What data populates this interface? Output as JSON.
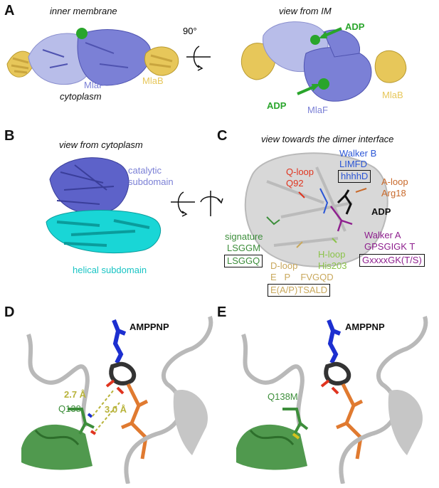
{
  "colors": {
    "mlaf": "#7b80d6",
    "mlaf_light": "#b8bde9",
    "mlab": "#e7c75a",
    "adp_green": "#29a52b",
    "helical": "#19d6d6",
    "grey_ribbon": "#b9b9b9",
    "walker_b": "#2b56d6",
    "q_loop": "#e0341f",
    "a_loop": "#c8692a",
    "signature": "#3d8e3b",
    "h_loop": "#8bc34a",
    "d_loop": "#c9a85c",
    "walker_a": "#8e1f8e",
    "measure": "#b8b33a"
  },
  "panel_a": {
    "letter": "A",
    "left_top": "inner membrane",
    "left_bottom": "cytoplasm",
    "mlaf_left": "MlaF",
    "mlab_left": "MlaB",
    "rotation": "90°",
    "right_top": "view from IM",
    "adp_top": "ADP",
    "adp_bottom": "ADP",
    "mlaf_right": "MlaF",
    "mlab_right": "MlaB"
  },
  "panel_b": {
    "letter": "B",
    "title": "view from cytoplasm",
    "catalytic_1": "catalytic",
    "catalytic_2": "subdomain",
    "helical": "helical subdomain"
  },
  "panel_c": {
    "letter": "C",
    "title": "view towards the dimer interface",
    "walker_b_1": "Walker B",
    "walker_b_2": "LIMFD",
    "walker_b_box": "hhhhD",
    "q_loop_1": "Q-loop",
    "q_loop_2": "Q92",
    "a_loop_1": "A-loop",
    "a_loop_2": "Arg18",
    "adp": "ADP",
    "signature_1": "signature",
    "signature_2": "LSGGM",
    "signature_box": "LSGGQ",
    "walker_a_1": "Walker A",
    "walker_a_2": "GPSGIGK T",
    "walker_a_box": "GxxxxGK(T/S)",
    "h_loop_1": "H-loop",
    "h_loop_2": "His203",
    "d_loop_1": "D-loop",
    "d_loop_2": "E   P    FVGQD",
    "d_loop_box": "E(A/P)TSALD"
  },
  "panel_d": {
    "letter": "D",
    "ligand": "AMPPNP",
    "dist_1": "2.7 Å",
    "dist_2": "3.0 Å",
    "residue": "Q138"
  },
  "panel_e": {
    "letter": "E",
    "ligand": "AMPPNP",
    "residue": "Q138M"
  }
}
